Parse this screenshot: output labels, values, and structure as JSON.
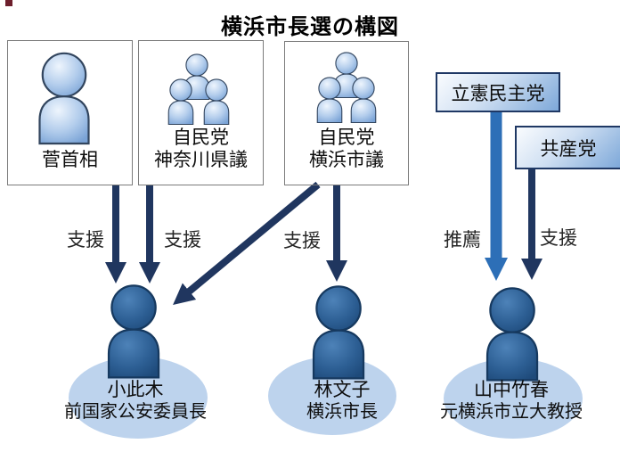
{
  "title": "横浜市長選の構図",
  "supporters": [
    {
      "label": "菅首相",
      "label2": "",
      "icon": "single-person"
    },
    {
      "label": "自民党",
      "label2": "神奈川県議",
      "icon": "people-group"
    },
    {
      "label": "自民党",
      "label2": "横浜市議",
      "icon": "people-group"
    }
  ],
  "parties": [
    {
      "label": "立憲民主党"
    },
    {
      "label": "共産党"
    }
  ],
  "edges": [
    {
      "from": "菅首相",
      "to": "小此木",
      "label": "支援"
    },
    {
      "from": "自民党神奈川県議",
      "to": "小此木",
      "label": "支援"
    },
    {
      "from": "自民党横浜市議",
      "to": "小此木",
      "label": ""
    },
    {
      "from": "自民党横浜市議",
      "to": "林文子",
      "label": "支援"
    },
    {
      "from": "立憲民主党",
      "to": "山中竹春",
      "label": "推薦"
    },
    {
      "from": "共産党",
      "to": "山中竹春",
      "label": "支援"
    }
  ],
  "candidates": [
    {
      "name": "小此木",
      "title": "前国家公安委員長"
    },
    {
      "name": "林文子",
      "title": "横浜市長"
    },
    {
      "name": "山中竹春",
      "title": "元横浜市立大教授"
    }
  ],
  "colors": {
    "arrow_navy": "#20365f",
    "arrow_blue": "#2d6fb7",
    "ellipse": "#bdd3ed",
    "party_border": "#1f3864",
    "person_light_edge": "#7aa3d6",
    "person_dark": "#1e4a7a"
  }
}
